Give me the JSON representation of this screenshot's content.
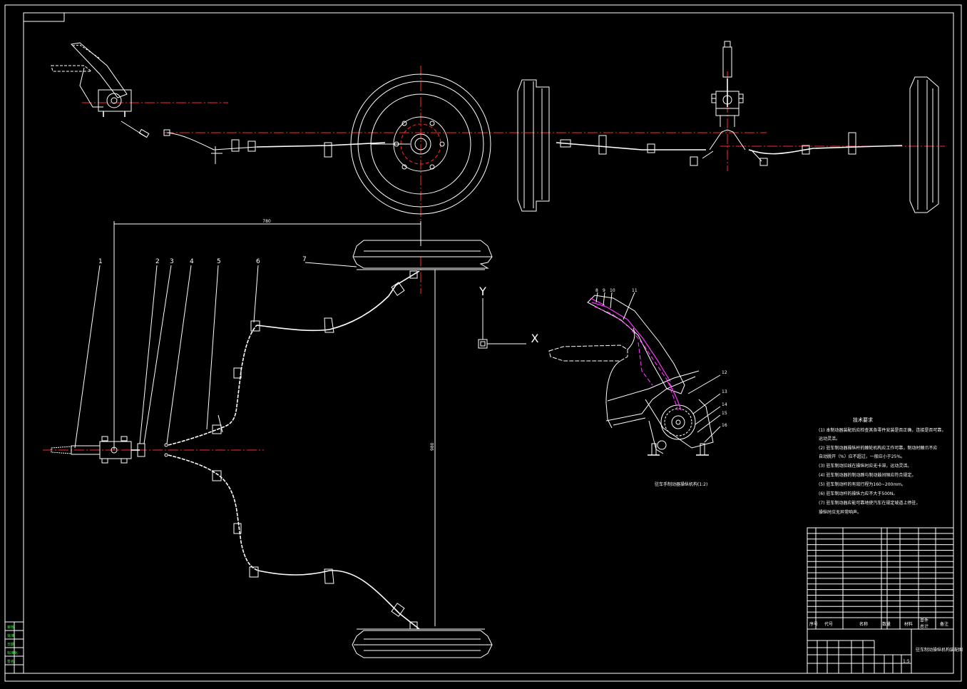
{
  "drawing": {
    "balloons": [
      "1",
      "2",
      "3",
      "4",
      "5",
      "6",
      "7",
      "8",
      "9",
      "10",
      "11",
      "12",
      "13",
      "14",
      "15",
      "16"
    ],
    "axis_y": "Y",
    "axis_x": "X",
    "dim_horizontal": "780",
    "dim_vertical": "980",
    "tech_notes": {
      "title": "技术要求",
      "lines": [
        "(1) 本制动器装配后应检查其各零件安装是否正确，连接是否可靠，",
        "运动灵活。",
        "(2) 驻车制动器操纵杆的棘轮机构应工作可靠，制动时棘爪不应",
        "自动脱开（%）应不超过，一般应小于25%。",
        "(3) 驻车制动拉线在操纵时应无卡滞，运动灵活。",
        "(4) 驻车制动器的制动蹄与制动鼓间隙应符合规定。",
        "(5) 驻车制动杆的有效行程为160~200mm。",
        "(6) 驻车制动杆的操纵力应不大于500N。",
        "(7) 驻车制动器应能可靠地使汽车在规定坡道上停驻，",
        "操纵时应无异常响声。"
      ]
    },
    "detail_caption": "驻车手制动器操纵机构(1:2)"
  },
  "title_block": {
    "drawing_title": "驻车制动操纵机构装配图",
    "headers": [
      "序号",
      "代号",
      "名称",
      "数量",
      "材料",
      "单件",
      "总计",
      "备注"
    ],
    "scale": "1:5"
  },
  "left_strip": {
    "labels": [
      "审核",
      "批准",
      "日期",
      "标准化",
      "签名"
    ]
  },
  "colors": {
    "background": "#000000",
    "linework": "#ffffff",
    "centerline": "#ff2a2a",
    "highlight": "#ff33ff",
    "strip_text": "#33ff33"
  }
}
